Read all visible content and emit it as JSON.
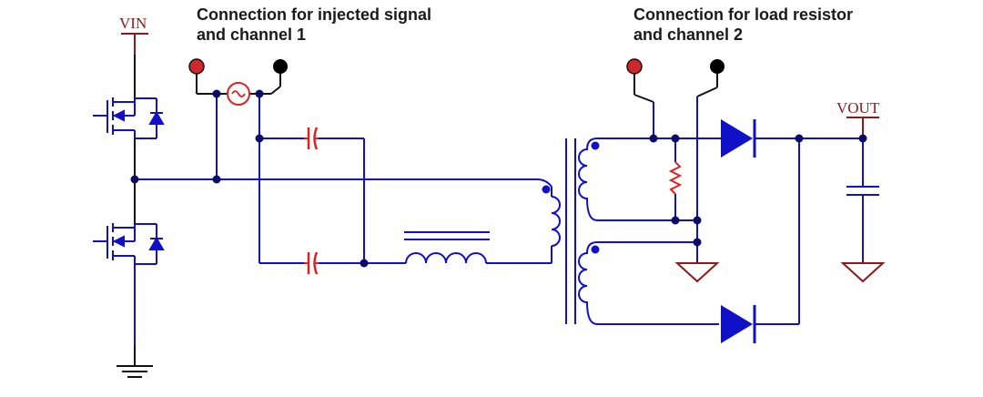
{
  "annotations": {
    "injection": {
      "line1": "Connection for injected signal",
      "line2": "and channel 1"
    },
    "load": {
      "line1": "Connection for load resistor",
      "line2": "and channel 2"
    }
  },
  "labels": {
    "vin": "VIN",
    "vout": "VOUT"
  },
  "colors": {
    "wire": "#1010c8",
    "node": "#0b0b6a",
    "lead": "#111111",
    "passive": "#dd2222",
    "power_label": "#8b1a1a",
    "probe_positive": "#d0282a",
    "probe_negative": "#000000",
    "text": "#1a1a1a"
  },
  "components": [
    "high-side-mosfet",
    "low-side-mosfet",
    "signal-source",
    "series-capacitor-top",
    "series-capacitor-bottom",
    "resonant-inductor",
    "transformer",
    "injection-resistor",
    "rectifier-diode-top",
    "rectifier-diode-bottom",
    "output-capacitor",
    "ground-symbols"
  ]
}
